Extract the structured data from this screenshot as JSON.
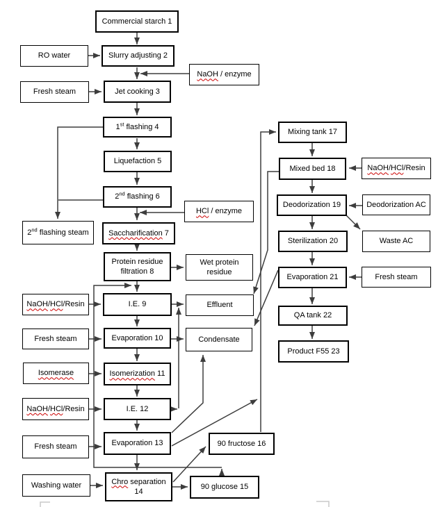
{
  "boxes": {
    "commercial_starch": "Commercial starch 1",
    "slurry_adjusting": "Slurry adjusting 2",
    "jet_cooking": "Jet cooking 3",
    "liquefaction": "Liquefaction 5",
    "ie9": "I.E. 9",
    "evaporation10": "Evaporation 10",
    "ie12": "I.E. 12",
    "evaporation13": "Evaporation 13",
    "glucose90": "90 glucose 15",
    "fructose90": "90 fructose 16",
    "mixing_tank": "Mixing tank 17",
    "mixed_bed": "Mixed bed 18",
    "deodorization": "Deodorization 19",
    "sterilization": "Sterilization 20",
    "evaporation21": "Evaporation 21",
    "qa_tank": "QA tank 22",
    "product_f55": "Product F55 23",
    "ro_water": "RO water",
    "fresh_steam": "Fresh steam",
    "effluent": "Effluent",
    "condensate": "Condensate",
    "washing_water": "Washing water",
    "deodorization_ac": "Deodorization AC",
    "waste_ac": "Waste AC"
  },
  "parts": {
    "first_flashing": {
      "num": "1",
      "ord": "st",
      "rest": " flashing 4"
    },
    "second_flashing": {
      "num": "2",
      "ord": "nd",
      "rest": " flashing 6"
    },
    "second_flashing_steam": {
      "num": "2",
      "ord": "nd",
      "rest": " flashing steam"
    },
    "saccharification": {
      "sq": "Saccharification",
      "rest": " 7"
    },
    "isomerization": {
      "sq": "Isomerization",
      "rest": " 11"
    },
    "isomerase": {
      "sq": "Isomerase"
    },
    "naoh_enzyme": {
      "sq": "NaOH",
      "rest": " / enzyme"
    },
    "hcl_enzyme": {
      "sq": "HCl",
      "rest": " / enzyme"
    },
    "nhr": {
      "a": "NaOH",
      "s1": "/",
      "b": "HCl",
      "s2": "/Resin"
    },
    "protein_filtration": {
      "line1": "Protein residue",
      "line2": "filtration 8"
    },
    "wet_protein": {
      "line1": "Wet protein",
      "line2": "residue"
    },
    "chro": {
      "sq": "Chro",
      "rest": " separation",
      "line2": "14"
    }
  },
  "colors": {
    "box_border": "#000000",
    "connector": "#3d3d3d",
    "spellcheck_underline": "#cc0000",
    "page_artifact": "#c9c9c9"
  }
}
